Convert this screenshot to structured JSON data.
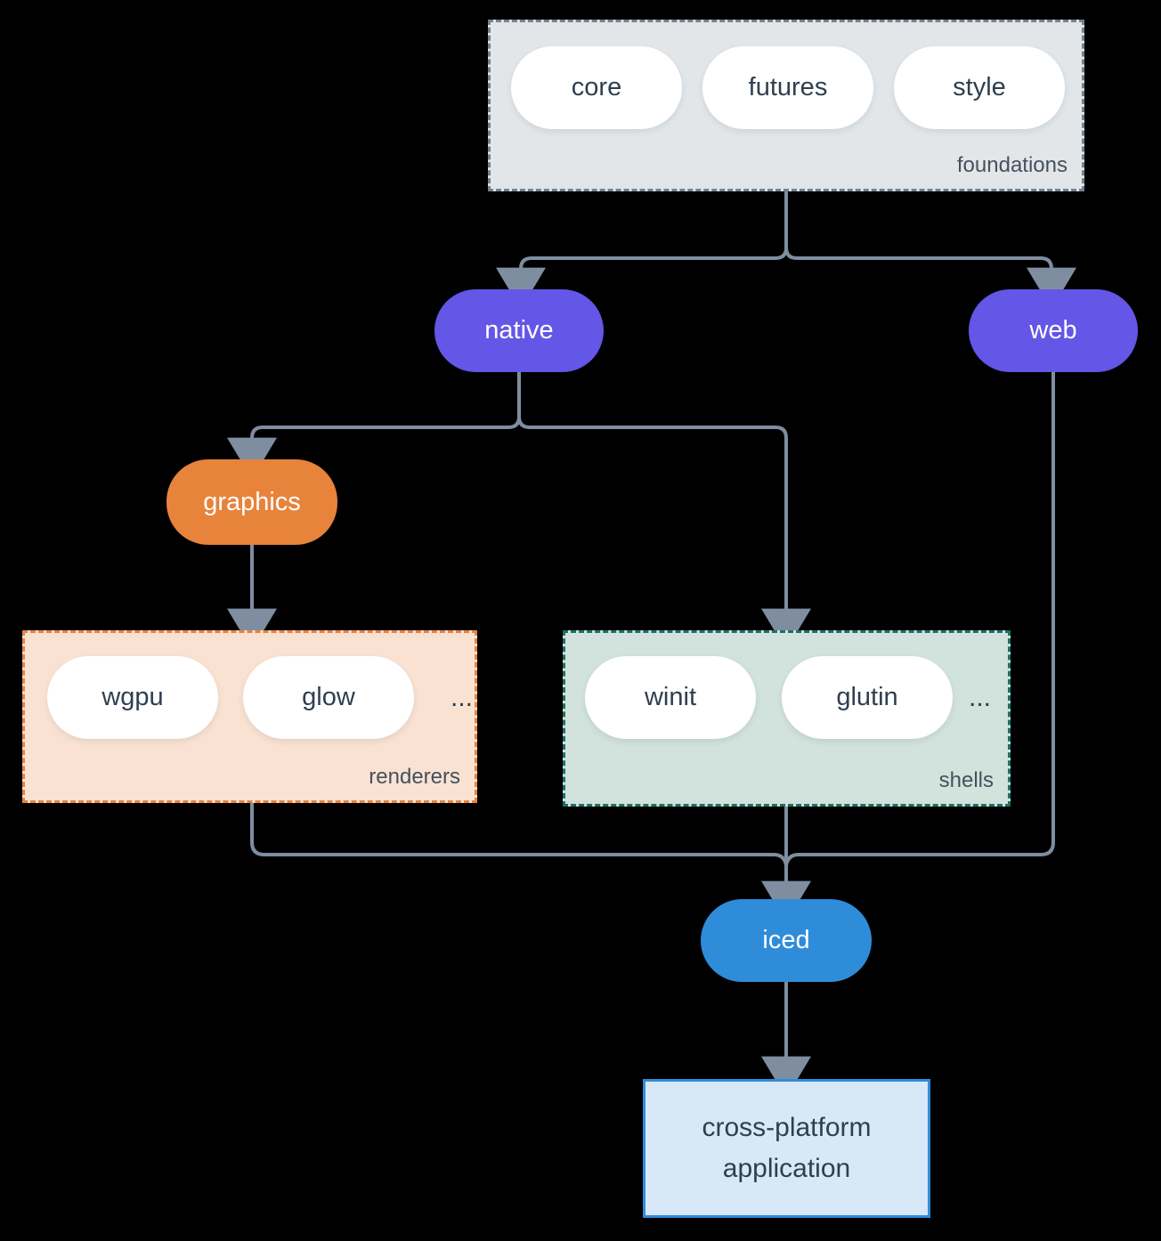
{
  "diagram": {
    "foundations": {
      "label": "foundations",
      "pills": [
        "core",
        "futures",
        "style"
      ]
    },
    "native": {
      "label": "native"
    },
    "web": {
      "label": "web"
    },
    "graphics": {
      "label": "graphics"
    },
    "renderers": {
      "label": "renderers",
      "pills": [
        "wgpu",
        "glow"
      ],
      "more": "..."
    },
    "shells": {
      "label": "shells",
      "pills": [
        "winit",
        "glutin"
      ],
      "more": "..."
    },
    "iced": {
      "label": "iced"
    },
    "application": {
      "label": "cross-platform application"
    }
  },
  "colors": {
    "bg": "#000000",
    "line": "#7e8ea0",
    "pill_fill": "#ffffff",
    "pill_text": "#2e3f50",
    "label_text": "#44515e",
    "purple": "#6456e6",
    "orange": "#e8833c",
    "blue": "#2f8cd9",
    "foundations_fill": "#e2e6e9",
    "foundations_border": "#72828f",
    "renderers_fill": "#f9e2d2",
    "renderers_border": "#e8833c",
    "shells_fill": "#d2e2dc",
    "shells_border": "#1b7163",
    "app_fill": "#d8e8f7",
    "app_border": "#2f8cd9"
  }
}
